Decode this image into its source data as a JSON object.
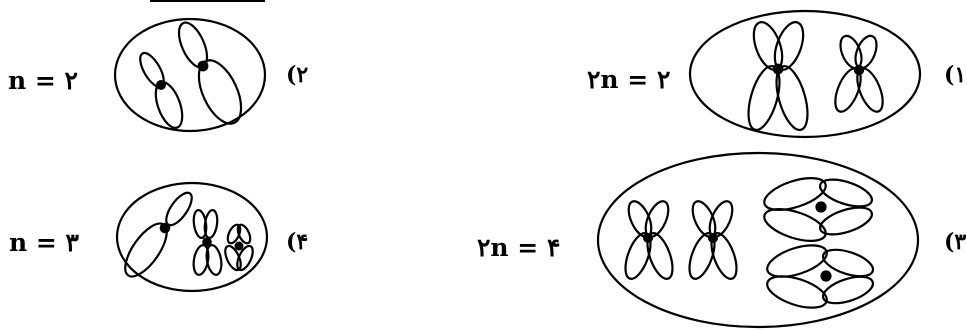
{
  "options": [
    {
      "id": "option-1",
      "number": "(۱",
      "formula": "۲n = ۲"
    },
    {
      "id": "option-2",
      "number": "(۲",
      "formula": "n = ۲"
    },
    {
      "id": "option-3",
      "number": "(۳",
      "formula": "۲n = ۴"
    },
    {
      "id": "option-4",
      "number": "(۴",
      "formula": "n = ۳"
    }
  ],
  "colors": {
    "ink": "#000000",
    "background": "#ffffff"
  }
}
